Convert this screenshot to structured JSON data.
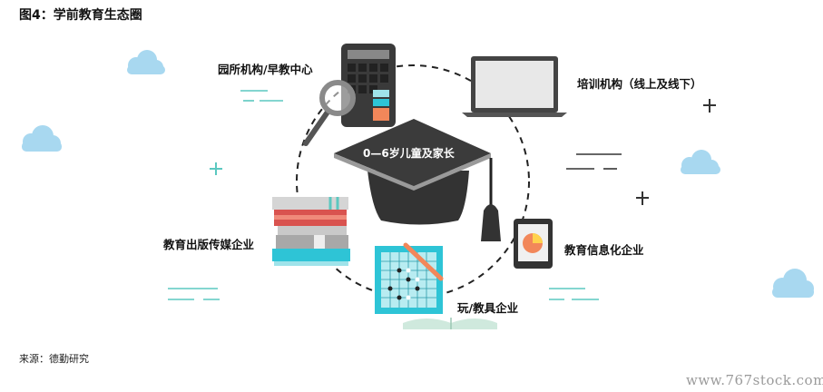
{
  "title": "图4：学前教育生态圈",
  "center_label": "0—6岁儿童及家长",
  "nodes": {
    "kindergarten": "园所机构/早教中心",
    "training": "培训机构（线上及线下）",
    "publishing": "教育出版传媒企业",
    "it": "教育信息化企业",
    "toys": "玩/教具企业"
  },
  "source": "来源：德勤研究",
  "watermark": "www.767stock.com",
  "colors": {
    "dark": "#3a3a3a",
    "teal": "#5bc8c0",
    "cyan": "#2ec4d6",
    "orange": "#f2875a",
    "red": "#d9534f",
    "cloud": "#a8d8f0",
    "gray": "#cfcfcf"
  }
}
